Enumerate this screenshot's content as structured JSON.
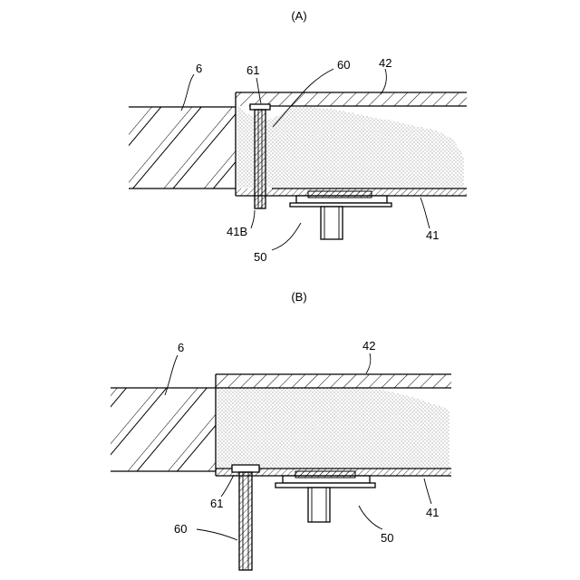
{
  "panel_a": {
    "caption": "(A)",
    "labels": {
      "glass": "6",
      "flange": "61",
      "pipe": "60",
      "top_wall": "42",
      "side_hole": "41B",
      "fitting": "50",
      "bottom_wall": "41"
    }
  },
  "panel_b": {
    "caption": "(B)",
    "labels": {
      "glass": "6",
      "top_wall": "42",
      "flange": "61",
      "pipe": "60",
      "fitting": "50",
      "bottom_wall": "41"
    }
  }
}
